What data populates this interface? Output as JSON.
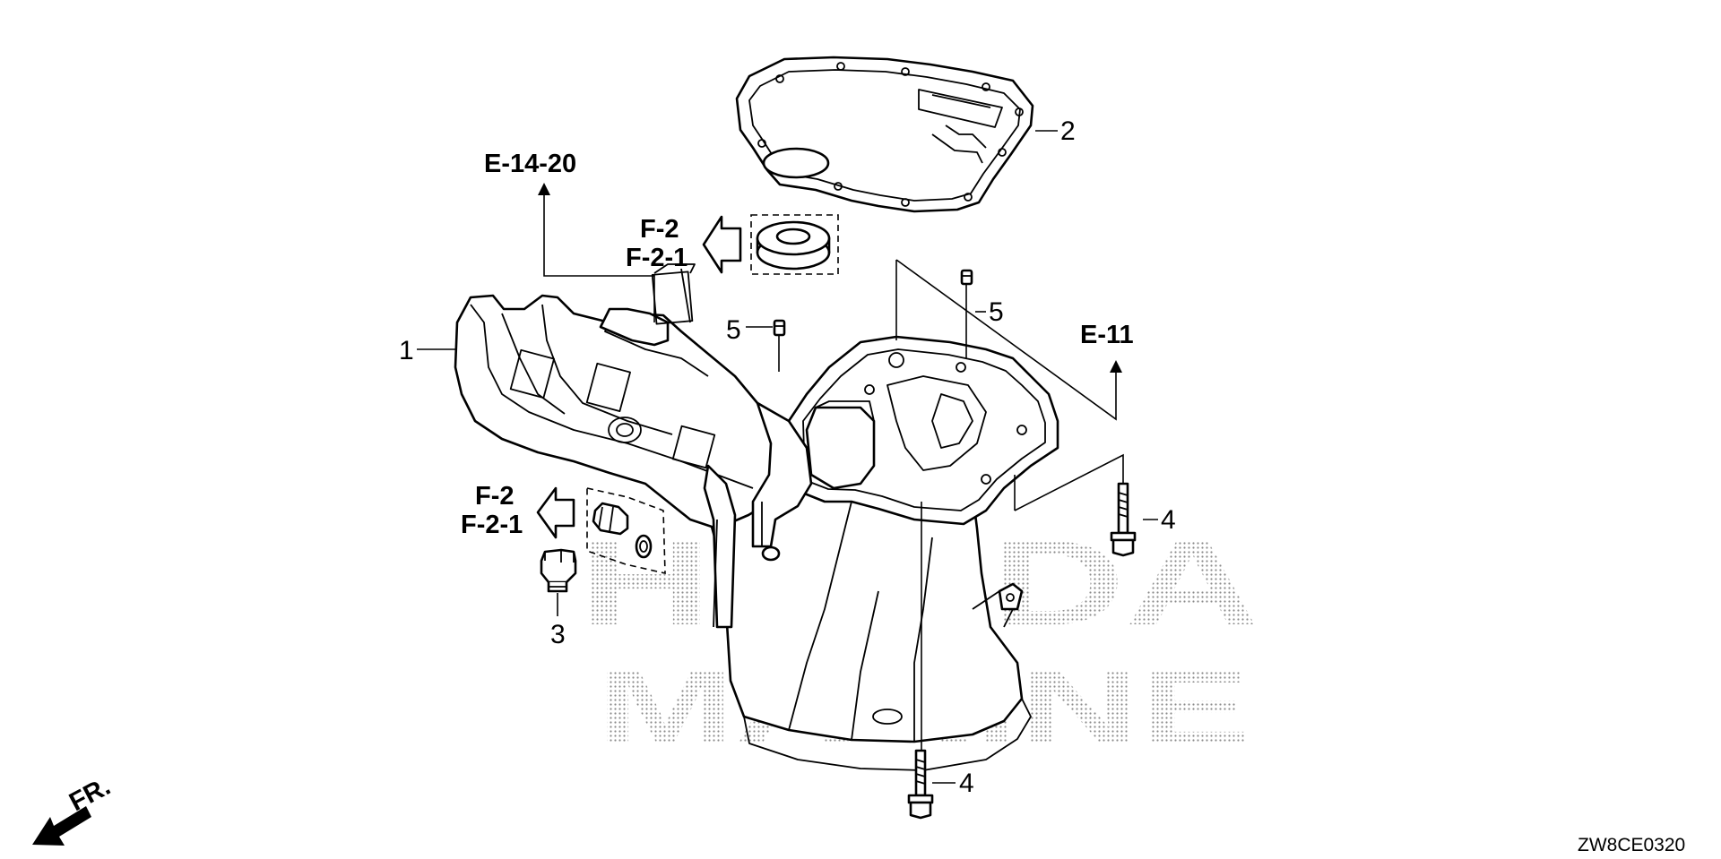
{
  "diagram": {
    "code": "ZW8CE0320",
    "direction_label": "FR.",
    "watermark": {
      "line1": "HONDA",
      "line2": "MARINE"
    },
    "callouts": [
      {
        "id": "callout-1",
        "label": "1"
      },
      {
        "id": "callout-2",
        "label": "2"
      },
      {
        "id": "callout-3",
        "label": "3"
      },
      {
        "id": "callout-4-upper",
        "label": "4"
      },
      {
        "id": "callout-4-lower",
        "label": "4"
      },
      {
        "id": "callout-5-left",
        "label": "5"
      },
      {
        "id": "callout-5-right",
        "label": "5"
      }
    ],
    "references": {
      "e_14_20": "E-14-20",
      "e_11": "E-11",
      "f_upper": {
        "line1": "F-2",
        "line2": "F-2-1"
      },
      "f_lower": {
        "line1": "F-2",
        "line2": "F-2-1"
      }
    }
  }
}
